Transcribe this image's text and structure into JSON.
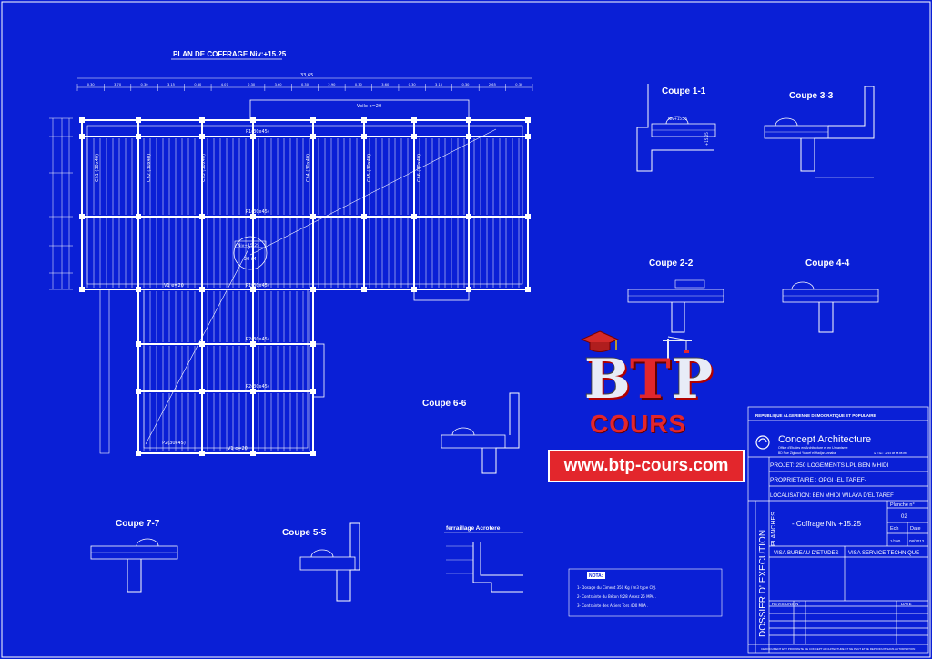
{
  "plan": {
    "title": "PLAN DE COFFRAGE  Niv:+15.25",
    "overall_dim": "33,65",
    "top_dims": [
      "0,30",
      "3,70",
      "0,30",
      "3,15",
      "0,30",
      "4,07",
      "0,30",
      "3,60",
      "0,30",
      "2,90",
      "0,30",
      "3,60",
      "0,30",
      "3,15",
      "0,30",
      "2,65",
      "0,30"
    ],
    "beam_labels": [
      "P1(30x45)",
      "P1(30x45)",
      "P1(30x45)",
      "P2(30x45)",
      "P2(30x45)",
      "P2(30x45)"
    ],
    "v_labels": [
      "V1 e=20",
      "V1 e=20"
    ],
    "ch_labels": [
      "Ch1 (30x40)",
      "Ch2 (30x40)",
      "Ch3 (30x40)",
      "Ch4 (30x40)",
      "Ch5 (30x40)",
      "Ch6 (30x40)"
    ],
    "level_tag": "Niv+15.25",
    "slab_tag": "20+4",
    "callout": "Voile e=20"
  },
  "sections": {
    "coupe_1_1": "Coupe 1-1",
    "coupe_3_3": "Coupe 3-3",
    "coupe_2_2": "Coupe 2-2",
    "coupe_4_4": "Coupe 4-4",
    "coupe_6_6": "Coupe 6-6",
    "coupe_7_7": "Coupe 7-7",
    "coupe_5_5": "Coupe 5-5",
    "ferraillage": "ferraillage Acrotere",
    "level_label": "Niv+15.25",
    "level_vertical": "+15.25"
  },
  "note": {
    "title": "NOTA:",
    "lines": [
      "1- Dosage du Ciment 350 Kg / m3  type CPJ.",
      "2- Contrainte du Béton fc28 Assez 25 MPA .",
      "3- Contrainte des Aciers Tors  400 MPA ."
    ]
  },
  "logo": {
    "btp_b": "B",
    "btp_t": "T",
    "btp_p": "P",
    "cours": "COURS",
    "url": "www.btp-cours.com"
  },
  "title_block": {
    "republic": "REPUBLIQUE ALGERIENNE DEMOCRATIQUE ET POPULAIRE",
    "firm": "Concept  Architecture",
    "firm_sub": "Office d'Etudes en Architecture et en Urbanisme",
    "firm_addr": "BD Rue Zighoud Youcef el Hadjar Annaba",
    "firm_tel": "tel / fax : +213 38 88 88 88",
    "projet": "PROJET: 250 LOGEMENTS LPL BEN MHIDI",
    "proprietaire": "PROPRIETAIRE :  OPGI  -EL  TAREF-",
    "localisation": "LOCALISATION:  BEN  MHIDI  WILAYA  D'EL  TAREF",
    "planche_label": "Planche n°",
    "planche_no": "02",
    "side_left": "DOSSIER D' EXECUTION",
    "side_right": "PLANCHES",
    "drawing_title": "- Coffrage  Niv +15.25",
    "ech": "Ech",
    "date": "Date",
    "scale": "1/100",
    "date_val": "08/2012",
    "visa_bureau": "VISA BUREAU D'ETUDES",
    "visa_service": "VISA SERVICE TECHNIQUE",
    "revisions": "REVISIONS",
    "rev_no": "N°",
    "rev_date": "DATE",
    "footer": "CE DOCUMENT EST PROPRIETE DE CONCEPT ARCHITECTURE ET NE PEUT ETRE REPRODUIT SANS AUTORISATION"
  },
  "colors": {
    "background": "#0a1fd6",
    "lines": "#ffffff",
    "accent": "#e3262c"
  }
}
